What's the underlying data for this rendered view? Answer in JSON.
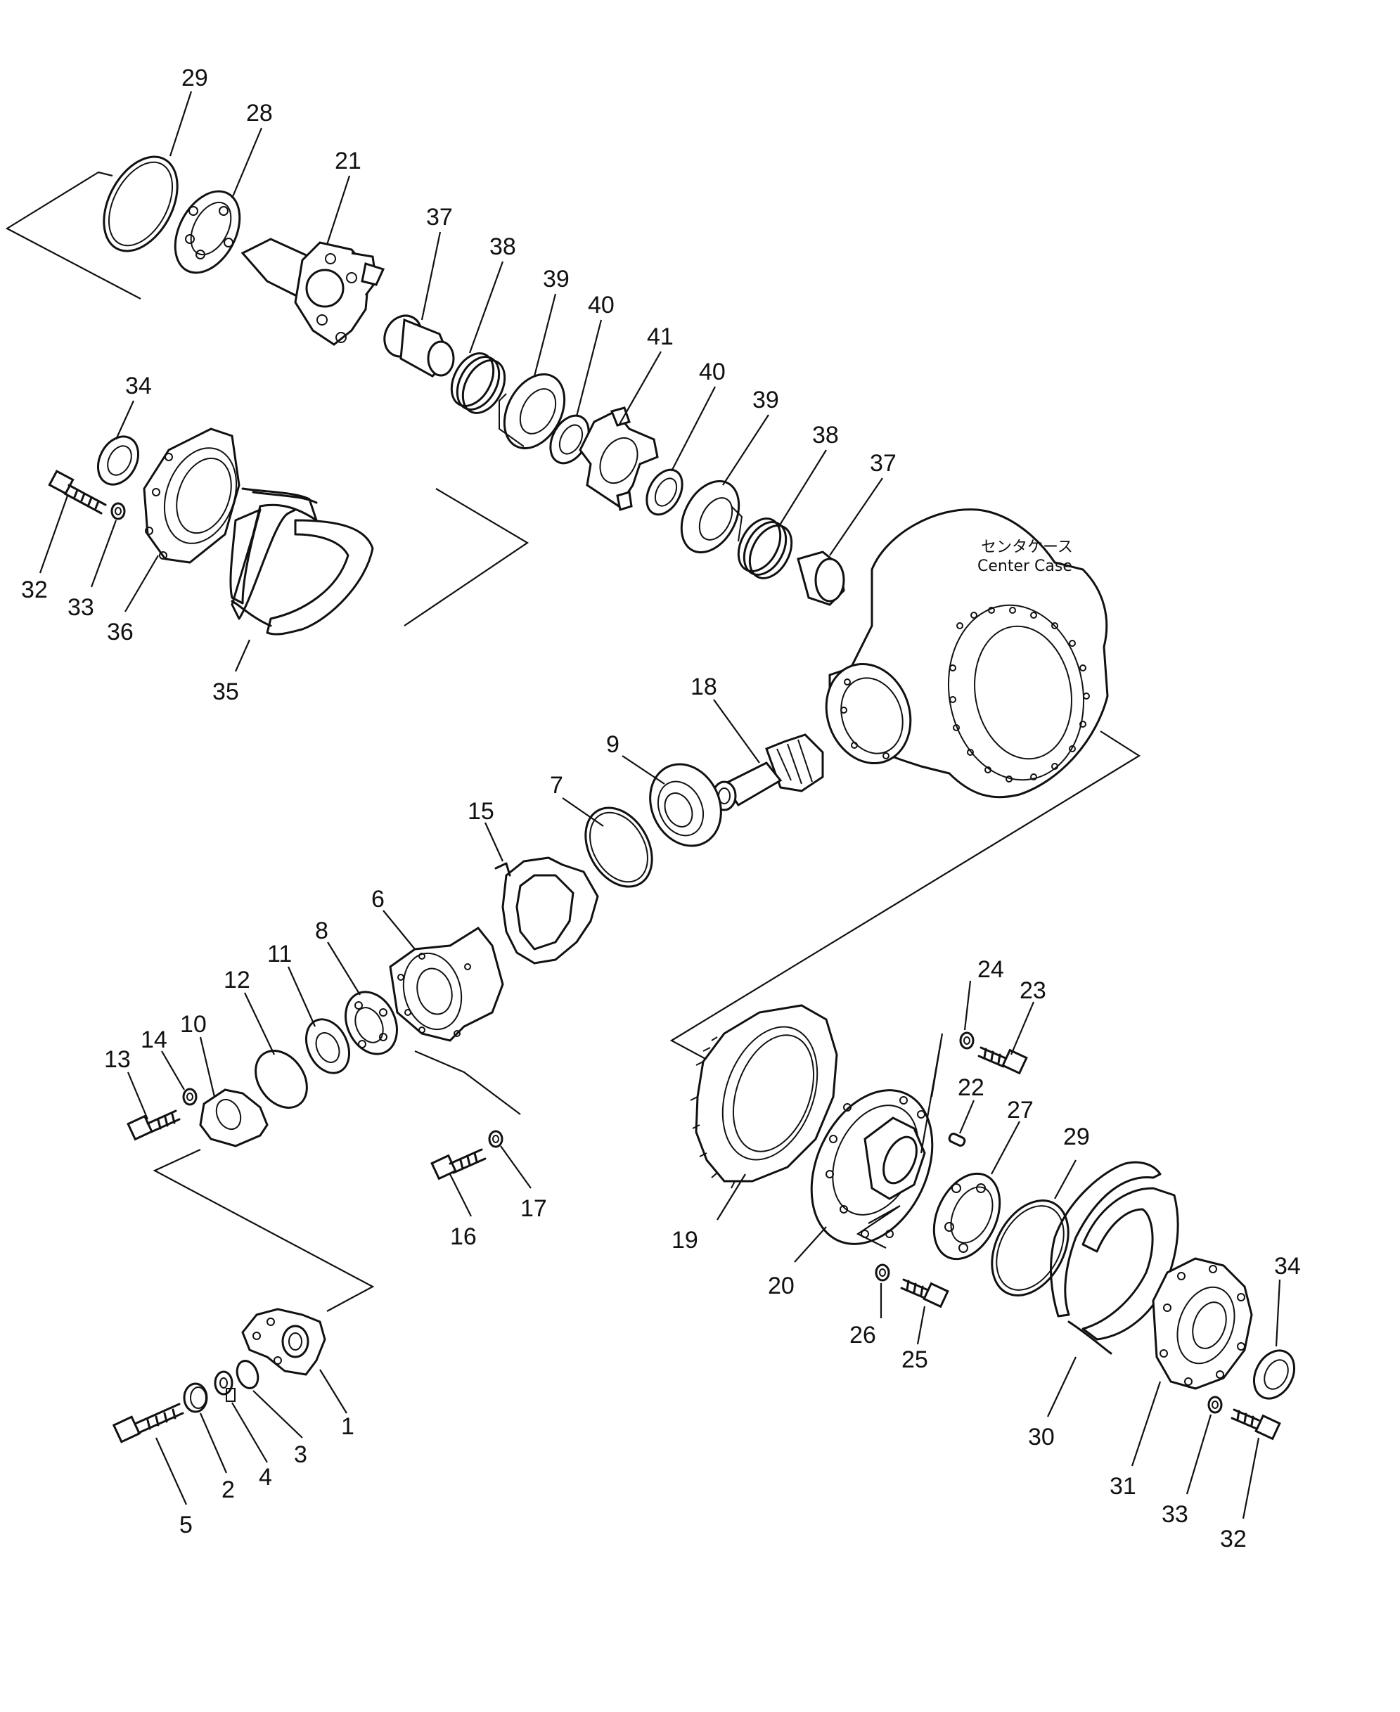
{
  "case_label": {
    "japanese": "センタケース",
    "english": "Center Case"
  },
  "callouts": {
    "n1": "1",
    "n2": "2",
    "n3": "3",
    "n4": "4",
    "n5": "5",
    "n6": "6",
    "n7": "7",
    "n8": "8",
    "n9": "9",
    "n10": "10",
    "n11": "11",
    "n12": "12",
    "n13": "13",
    "n14": "14",
    "n15": "15",
    "n16": "16",
    "n17": "17",
    "n18": "18",
    "n19": "19",
    "n20": "20",
    "n21": "21",
    "n22": "22",
    "n23": "23",
    "n24": "24",
    "n25": "25",
    "n26": "26",
    "n27": "27",
    "n28": "28",
    "n29a": "29",
    "n29b": "29",
    "n30": "30",
    "n31": "31",
    "n32a": "32",
    "n32b": "32",
    "n33a": "33",
    "n33b": "33",
    "n34a": "34",
    "n34b": "34",
    "n35": "35",
    "n36": "36",
    "n37a": "37",
    "n37b": "37",
    "n38a": "38",
    "n38b": "38",
    "n39a": "39",
    "n39b": "39",
    "n40a": "40",
    "n40b": "40",
    "n41": "41"
  }
}
